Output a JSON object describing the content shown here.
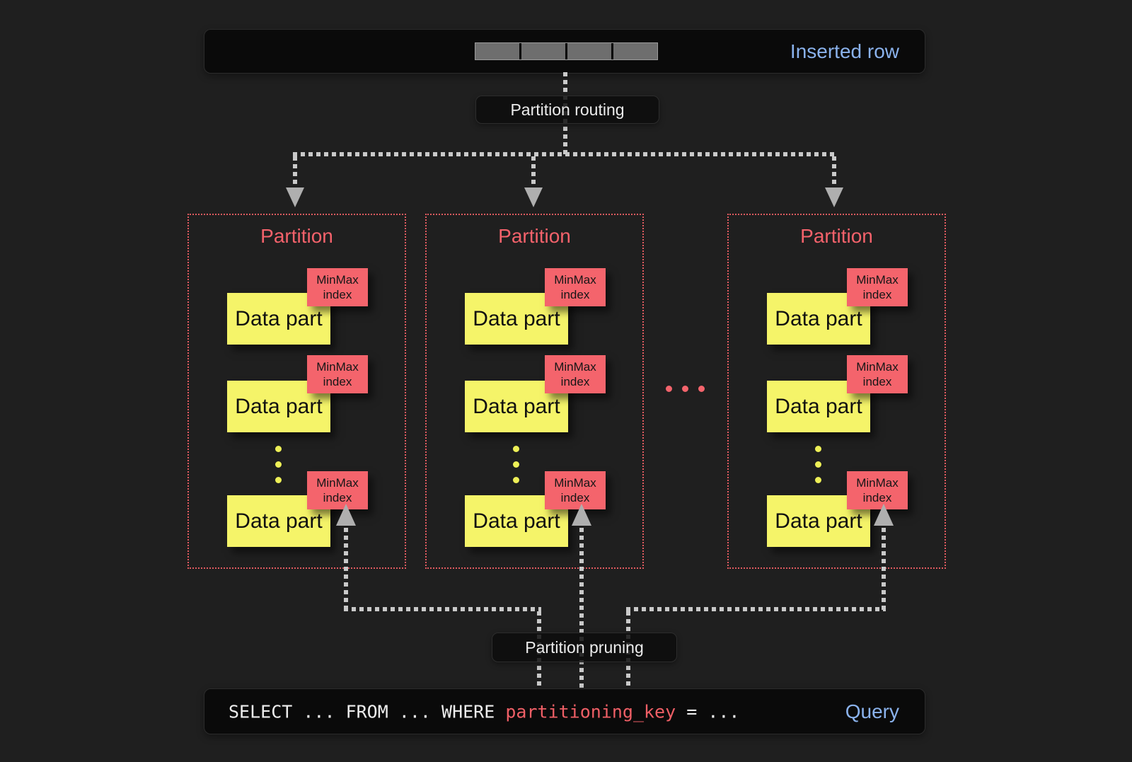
{
  "colors": {
    "background": "#1f1f1f",
    "bar_background": "#0a0a0a",
    "accent_blue": "#8ab2ec",
    "accent_red": "#f4626b",
    "minmax_red": "#f4646c",
    "datapart_yellow": "#f5f469",
    "connector_gray": "#c9c9c9"
  },
  "inserted_row": {
    "label": "Inserted row"
  },
  "routing_label": "Partition routing",
  "pruning_label": "Partition pruning",
  "partitions": [
    {
      "title": "Partition",
      "parts": [
        {
          "label": "Data part",
          "index_label": "MinMax index"
        },
        {
          "label": "Data part",
          "index_label": "MinMax index"
        },
        {
          "label": "Data part",
          "index_label": "MinMax index"
        }
      ]
    },
    {
      "title": "Partition",
      "parts": [
        {
          "label": "Data part",
          "index_label": "MinMax index"
        },
        {
          "label": "Data part",
          "index_label": "MinMax index"
        },
        {
          "label": "Data part",
          "index_label": "MinMax index"
        }
      ]
    },
    {
      "title": "Partition",
      "parts": [
        {
          "label": "Data part",
          "index_label": "MinMax index"
        },
        {
          "label": "Data part",
          "index_label": "MinMax index"
        },
        {
          "label": "Data part",
          "index_label": "MinMax index"
        }
      ]
    }
  ],
  "query": {
    "prefix": "SELECT ... FROM ... WHERE ",
    "key": "partitioning_key",
    "suffix": " = ...",
    "label": "Query"
  }
}
